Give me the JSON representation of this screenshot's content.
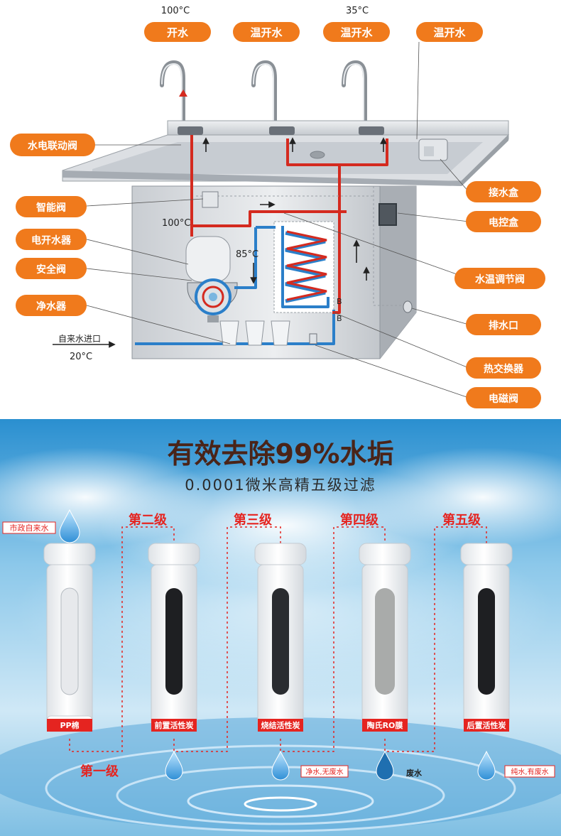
{
  "top": {
    "temp_left": "100°C",
    "temp_right": "35°C",
    "tap_labels": [
      "开水",
      "温开水",
      "温开水",
      "温开水"
    ],
    "left_labels": [
      "水电联动阀",
      "智能阀",
      "电开水器",
      "安全阀",
      "净水器"
    ],
    "right_labels": [
      "接水盒",
      "电控盒",
      "水温调节阀",
      "排水口",
      "热交换器",
      "电磁阀"
    ],
    "inner_temp_100": "100°C",
    "inner_temp_85": "85°C",
    "inlet_label": "自来水进口",
    "inlet_temp": "20°C",
    "b_mark": "B"
  },
  "bottom": {
    "headline": "有效去除99%水垢",
    "subtitle": "0.0001微米高精五级过滤",
    "source_label": "市政自来水",
    "stages": [
      "第一级",
      "第二级",
      "第三级",
      "第四级",
      "第五级"
    ],
    "filters": [
      "PP棉",
      "前置活性炭",
      "烧结活性炭",
      "陶氏RO膜",
      "后置活性炭"
    ],
    "outputs": [
      "净水,无废水",
      "废水",
      "纯水,有废水"
    ]
  },
  "colors": {
    "pill_orange": "#f07a1c",
    "hot_pipe": "#d42a1f",
    "cold_pipe": "#2b7fc9",
    "red_label": "#e52420",
    "headline": "#4a2418"
  }
}
